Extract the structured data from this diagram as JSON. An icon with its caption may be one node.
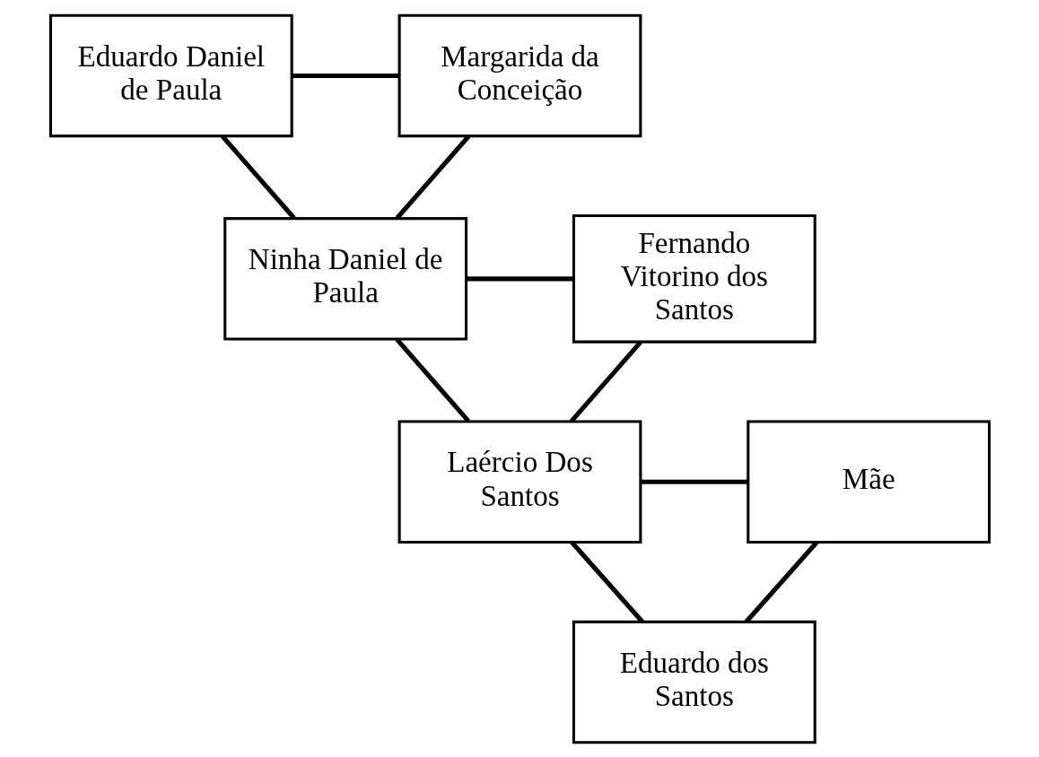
{
  "diagram": {
    "nodes": [
      {
        "text": [
          "Eduardo Daniel de Paula"
        ]
      },
      {
        "text": [
          "Margarida da Conceição"
        ]
      },
      {
        "text": [
          "Ninha Daniel de Paula"
        ]
      },
      {
        "text": [
          "Fernando Vitorino dos Santos"
        ]
      },
      {
        "text": [
          "Laércio Dos Santos"
        ]
      },
      {
        "text": [
          "Mãe"
        ]
      },
      {
        "text": [
          "Eduardo dos Santos"
        ]
      }
    ],
    "edges": [
      {
        "from": 0,
        "to": 1,
        "arrow": "none"
      },
      {
        "from": 0,
        "to": 2,
        "arrow": "none"
      },
      {
        "from": 1,
        "to": 2,
        "arrow": "none"
      },
      {
        "from": 2,
        "to": 3,
        "arrow": "none"
      },
      {
        "from": 2,
        "to": 4,
        "arrow": "none"
      },
      {
        "from": 3,
        "to": 4,
        "arrow": "none"
      },
      {
        "from": 4,
        "to": 5,
        "arrow": "none"
      },
      {
        "from": 4,
        "to": 6,
        "arrow": "none"
      },
      {
        "from": 5,
        "to": 6,
        "arrow": "none"
      }
    ]
  }
}
